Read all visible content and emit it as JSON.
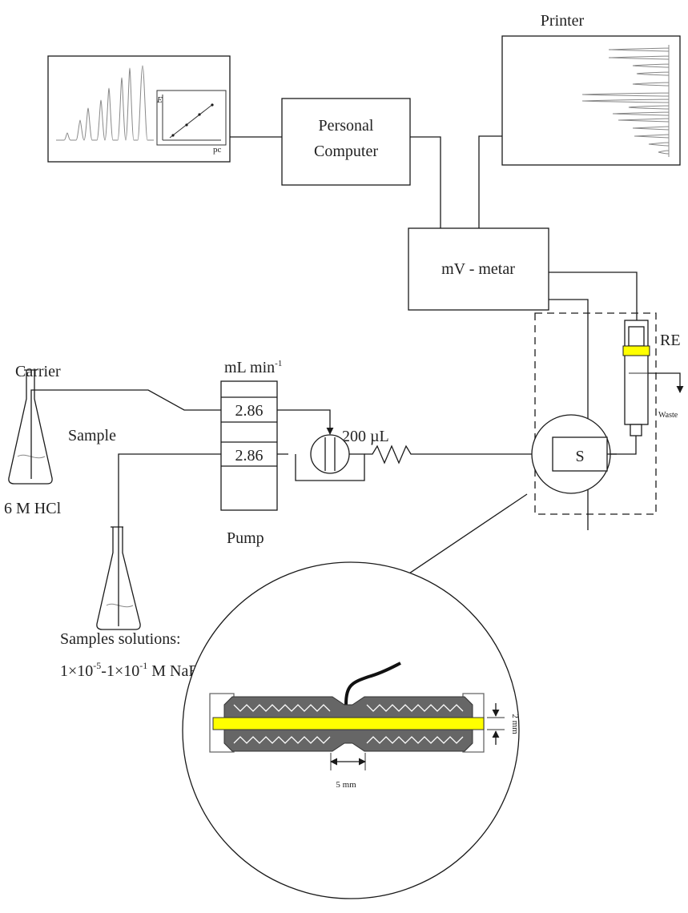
{
  "labels": {
    "printer": "Printer",
    "pc_line1": "Personal",
    "pc_line2": "Computer",
    "mv_meter": "mV - metar",
    "re": "RE",
    "carrier": "Carrier",
    "sample": "Sample",
    "flow_unit_main": "mL min",
    "flow_unit_exp": "-1",
    "carrier_rate": "2.86",
    "sample_rate": "2.86",
    "loop_volume": "200 µL",
    "reagent": "6 M HCl",
    "pump": "Pump",
    "waste": "Waste",
    "sensor": "S",
    "samples_title": "Samples solutions:",
    "conc_a": "1×10",
    "conc_a_exp": "-5",
    "conc_b": "-1×10",
    "conc_b_exp": "-1",
    "conc_suffix": " M NaF",
    "dim_2mm": "2 mm",
    "dim_5mm": "5 mm",
    "axis_e": "E",
    "axis_pc": "pc"
  },
  "colors": {
    "line": "#1a1a1a",
    "sensor_body": "#666666",
    "membrane": "#ffff00",
    "peaks": "#888888"
  },
  "icons": [
    "erlenmeyer-flask-icon",
    "injection-valve-icon",
    "mixing-coil-icon",
    "reference-electrode-icon",
    "cable-icon"
  ]
}
